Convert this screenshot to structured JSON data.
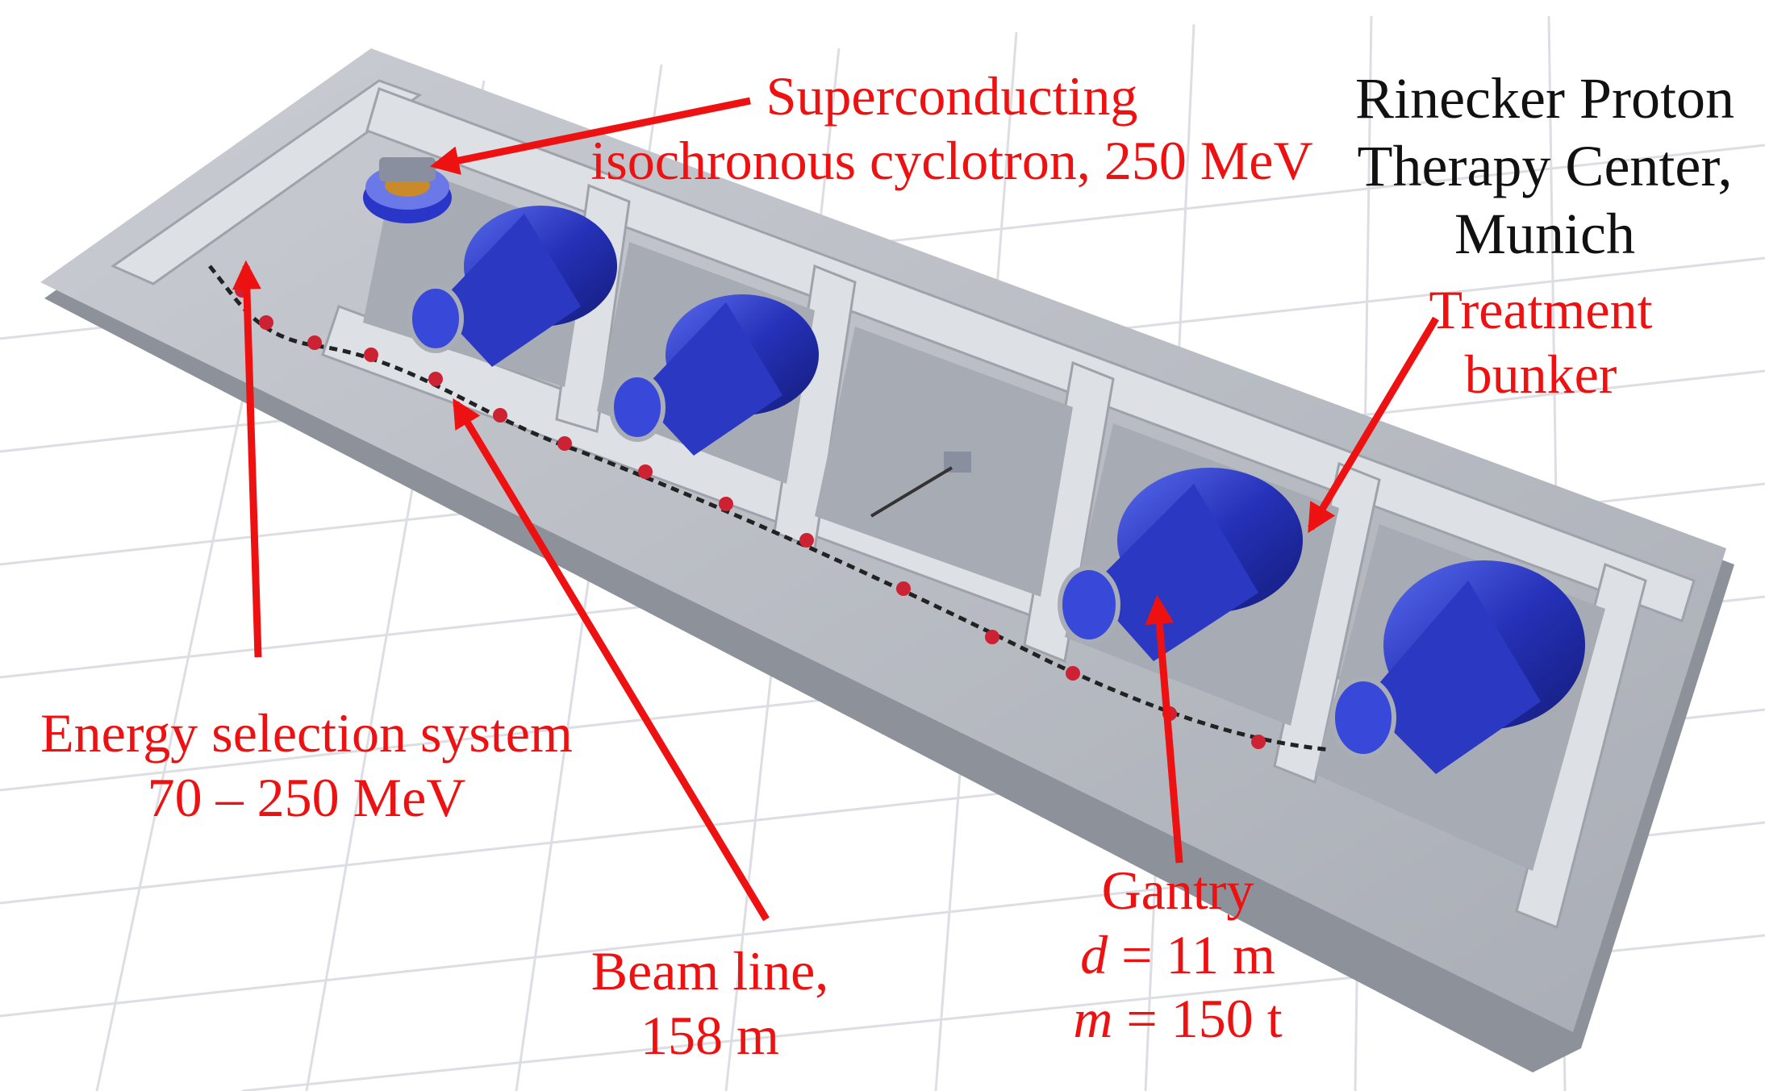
{
  "colors": {
    "annotation": "#ee1111",
    "title_text": "#111111",
    "floor": "#b9bcc3",
    "wall": "#d3d6dc",
    "gantry": "#2a36c8",
    "magnet": "#cc2233",
    "grid": "#d9dbe0"
  },
  "title": {
    "lines": [
      "Rinecker Proton",
      "Therapy Center,",
      "Munich"
    ]
  },
  "labels": {
    "cyclotron": {
      "lines": [
        "Superconducting",
        "isochronous cyclotron, 250 MeV"
      ]
    },
    "bunker": {
      "lines": [
        "Treatment",
        "bunker"
      ]
    },
    "energy": {
      "lines": [
        "Energy selection system",
        "70 – 250 MeV"
      ]
    },
    "beamline": {
      "lines": [
        "Beam line,",
        "158 m"
      ]
    },
    "gantry": {
      "name": "Gantry",
      "d_var": "d",
      "d_val": " = 11 m",
      "m_var": "m",
      "m_val": " = 150 t"
    }
  }
}
